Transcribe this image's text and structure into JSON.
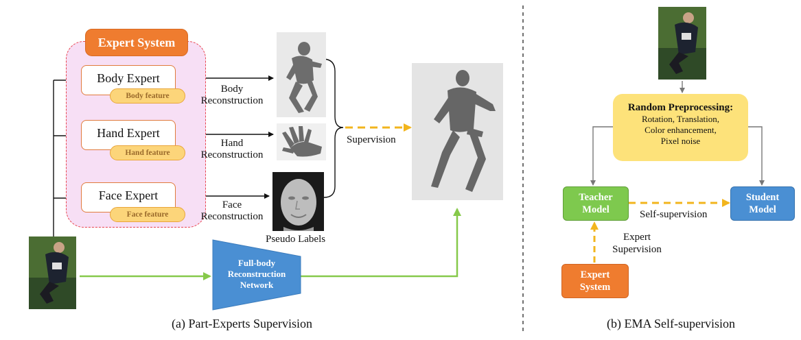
{
  "part_a": {
    "expert_system_title": "Expert System",
    "experts": [
      {
        "label": "Body Expert",
        "feature": "Body feature",
        "recon": [
          "Body",
          "Reconstruction"
        ]
      },
      {
        "label": "Hand Expert",
        "feature": "Hand feature",
        "recon": [
          "Hand",
          "Reconstruction"
        ]
      },
      {
        "label": "Face Expert",
        "feature": "Face feature",
        "recon": [
          "Face",
          "Reconstruction"
        ]
      }
    ],
    "pseudo_labels": "Pseudo Labels",
    "supervision": "Supervision",
    "network_lines": [
      "Full-body",
      "Reconstruction",
      "Network"
    ],
    "caption": "(a) Part-Experts Supervision"
  },
  "part_b": {
    "random_preprocessing": {
      "title": "Random Preprocessing:",
      "lines": [
        "Rotation, Translation,",
        "Color enhancement,",
        "Pixel noise"
      ]
    },
    "teacher": [
      "Teacher",
      "Model"
    ],
    "student": [
      "Student",
      "Model"
    ],
    "self_supervision": "Self-supervision",
    "expert_supervision": [
      "Expert",
      "Supervision"
    ],
    "expert_system": [
      "Expert",
      "System"
    ],
    "caption": "(b) EMA Self-supervision"
  },
  "colors": {
    "expert_region_fill": "#f7dff5",
    "expert_region_border": "#e8434b",
    "expert_orange": "#ef7c2f",
    "feature_yellow": "#fcd57a",
    "network_blue": "#4a8fd3",
    "teacher_green": "#7ec94e",
    "student_blue": "#4a8fd3",
    "preprocess_yellow": "#fde27a",
    "arrow_green": "#86c94a",
    "arrow_yellow": "#f2b51d"
  }
}
